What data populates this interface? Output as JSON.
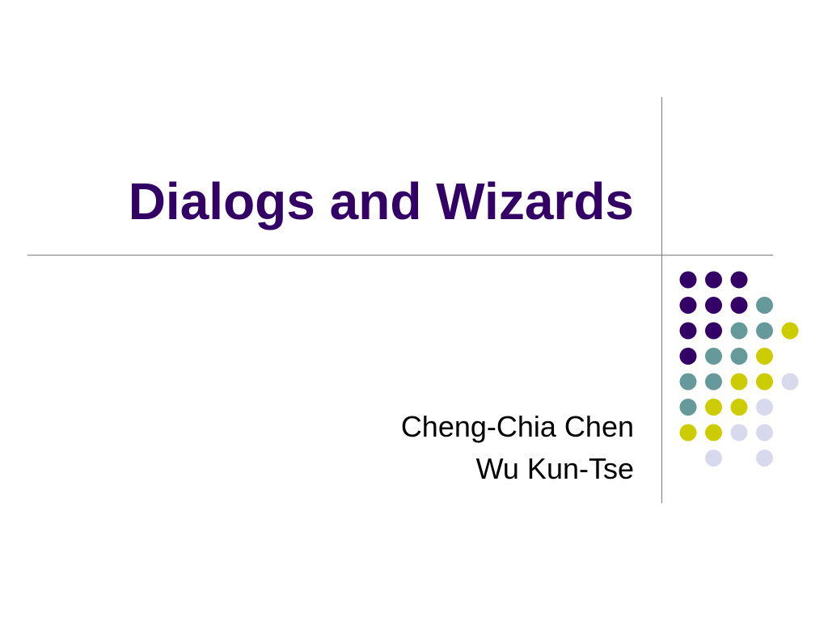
{
  "slide": {
    "title": "Dialogs and Wizards",
    "authors": [
      "Cheng-Chia Chen",
      "Wu Kun-Tse"
    ]
  },
  "colors": {
    "title": "#330066",
    "divider": "#808080",
    "authors": "#000000"
  },
  "decoration": {
    "palette": {
      "P": "#330066",
      "T": "#669999",
      "Y": "#CCCC00",
      "L": "#D9D9EE"
    },
    "grid": [
      "PPP..",
      "PPPT.",
      "PPTTY",
      "PTTY.",
      "TTYYL",
      "TYYL.",
      "YYLL.",
      ".L.L."
    ]
  }
}
